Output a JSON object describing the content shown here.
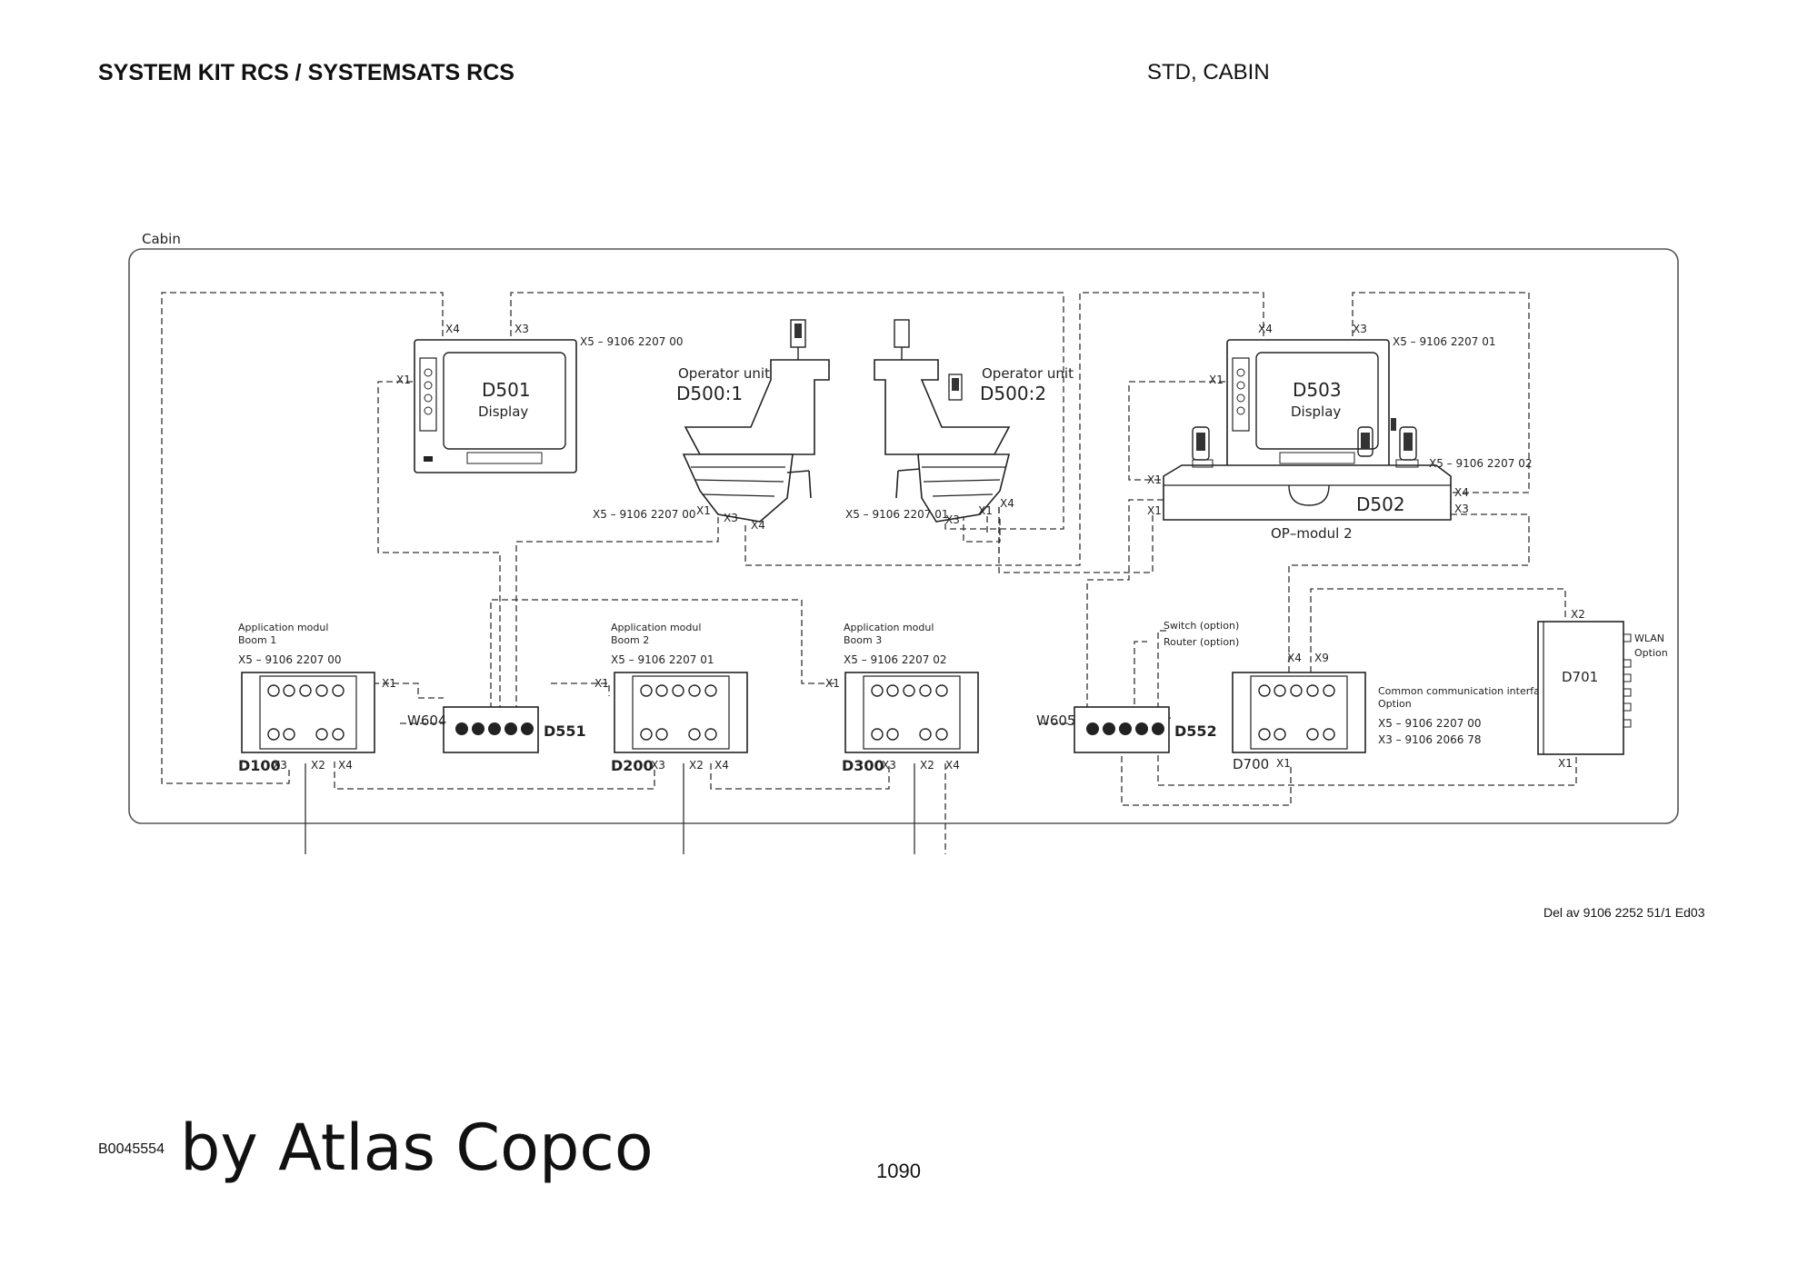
{
  "header": {
    "title": "SYSTEM KIT RCS / SYSTEMSATS RCS",
    "subtitle": "STD, CABIN"
  },
  "footer": {
    "part_ref": "Del av 9106 2252 51/1 Ed03",
    "doc_id": "B0045554",
    "brand": "by Atlas Copco",
    "page_number": "1090"
  },
  "diagram": {
    "cabin_label": "Cabin",
    "d501": {
      "name": "D501",
      "desc": "Display",
      "x1": "X1",
      "x3": "X3",
      "x4": "X4",
      "x5": "X5 – 9106 2207 00"
    },
    "d500_1": {
      "title": "Operator unit",
      "name": "D500:1",
      "x1": "X1",
      "x3": "X3",
      "x4": "X4",
      "x5": "X5 – 9106 2207 00"
    },
    "d500_2": {
      "title": "Operator unit",
      "name": "D500:2",
      "x1": "X1",
      "x3": "X3",
      "x4": "X4",
      "x5": "X5 – 9106 2207 01"
    },
    "d503": {
      "name": "D503",
      "desc": "Display",
      "x1": "X1",
      "x3": "X3",
      "x4": "X4",
      "x5": "X5 – 9106 2207 01"
    },
    "d502": {
      "name": "D502",
      "desc": "OP–modul 2",
      "x1a": "X1",
      "x1b": "X1",
      "x3": "X3",
      "x4": "X4",
      "x5": "X5 – 9106 2207 02"
    },
    "d100": {
      "name": "D100",
      "line1": "Application modul",
      "line2": "Boom 1",
      "x5": "X5 – 9106 2207 00",
      "x1": "X1",
      "x2": "X2",
      "x3": "X3",
      "x4": "X4"
    },
    "d200": {
      "name": "D200",
      "line1": "Application modul",
      "line2": "Boom 2",
      "x5": "X5 – 9106 2207 01",
      "x1": "X1",
      "x2": "X2",
      "x3": "X3",
      "x4": "X4"
    },
    "d300": {
      "name": "D300",
      "line1": "Application modul",
      "line2": "Boom 3",
      "x5": "X5 – 9106 2207 02",
      "x1": "X1",
      "x2": "X2",
      "x3": "X3",
      "x4": "X4"
    },
    "d551": {
      "name": "D551",
      "cable": "W604"
    },
    "d552": {
      "name": "D552",
      "cable": "W605",
      "switch": "Switch (option)",
      "router": "Router (option)"
    },
    "d700": {
      "name": "D700",
      "line1": "Common communication interface",
      "line2": "Option",
      "x5": "X5 – 9106 2207 00",
      "x3n": "X3 – 9106 2066 78",
      "x1": "X1",
      "x4": "X4",
      "x9": "X9"
    },
    "d701": {
      "name": "D701",
      "wlan1": "WLAN",
      "wlan2": "Option",
      "x1": "X1",
      "x2": "X2"
    }
  },
  "colors": {
    "line": "#333333",
    "text": "#111111",
    "background": "#ffffff"
  }
}
